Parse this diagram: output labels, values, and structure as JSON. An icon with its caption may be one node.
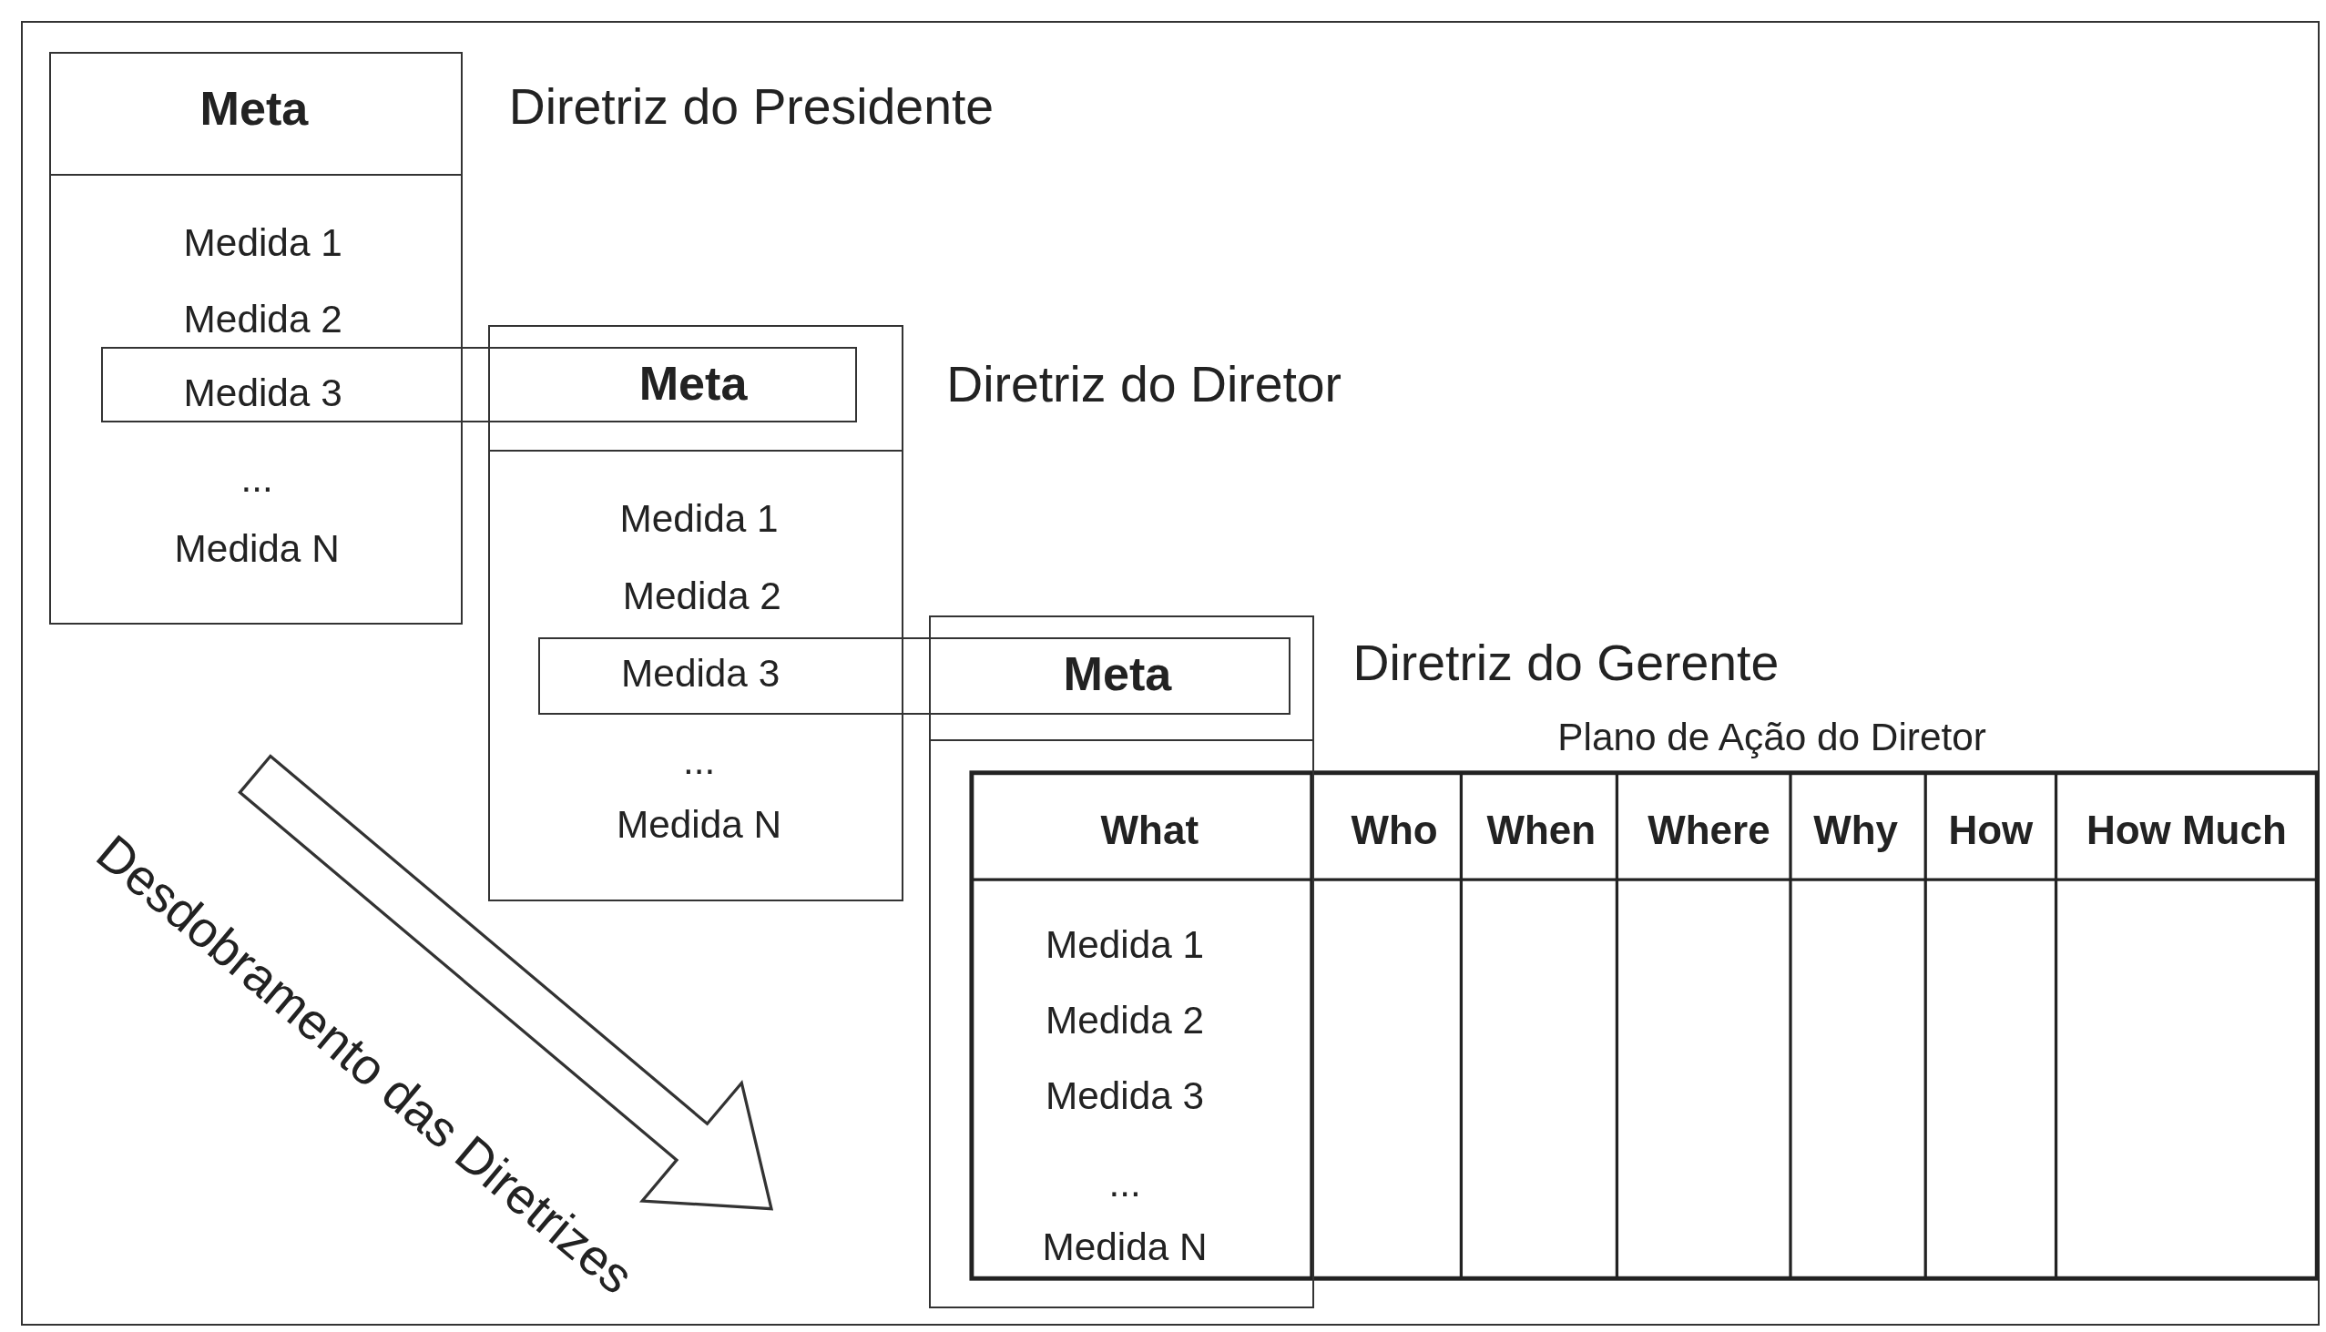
{
  "diagram": {
    "nodes": [
      {
        "text": [
          "Meta",
          "Medida 1",
          "Medida 2",
          "...",
          "Medida N"
        ],
        "beside": [
          "Diretriz do Presidente"
        ]
      },
      {
        "text": [
          "Medida 3",
          "Meta"
        ]
      },
      {
        "text": [
          "Medida 1",
          "Medida 2",
          "...",
          "Medida N"
        ],
        "beside": [
          "Diretriz do Diretor"
        ]
      },
      {
        "text": [
          "Medida 3",
          "Meta"
        ]
      },
      {
        "text": [
          "Medida 1",
          "Medida 2",
          "Medida 3",
          "...",
          "Medida N"
        ],
        "beside": [
          "Diretriz do Gerente"
        ]
      }
    ],
    "labels": [
      "Plano de Ação do Diretor",
      "What",
      "Who",
      "When",
      "Where",
      "Why",
      "How",
      "How Much",
      "Desdobramento das Diretrizes"
    ]
  }
}
